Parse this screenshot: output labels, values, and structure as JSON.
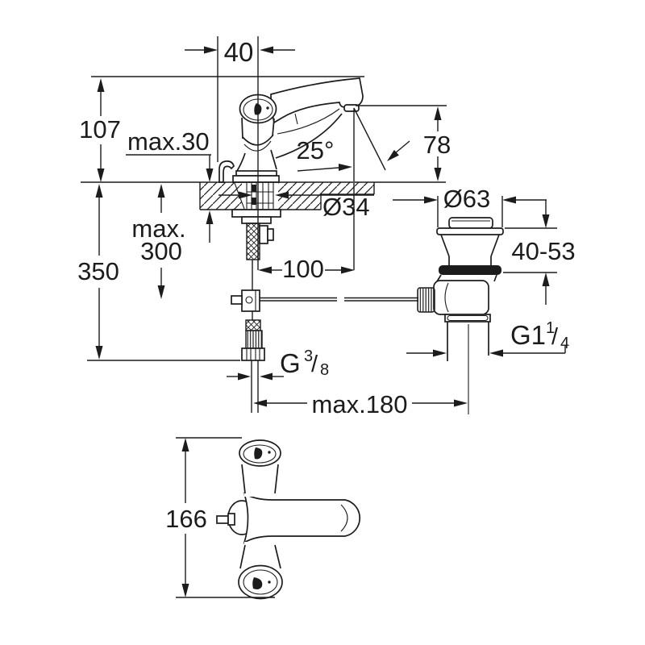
{
  "drawing": {
    "kind": "faucet-installation-dimension-drawing",
    "units": "mm",
    "colors": {
      "line": "#1c1c1c",
      "background": "#ffffff"
    },
    "front_view": {
      "dim_top_width": "40",
      "dim_height_above_deck": "107",
      "dim_max_deck_thickness": "max.30",
      "dim_outlet_height": "78",
      "dim_spout_angle": "25°",
      "dim_tap_hole_diameter": "Ø34",
      "dim_spout_projection": "100",
      "dim_rod_length_line1": "max.",
      "dim_rod_length_line2": "300",
      "dim_hose_length": "350",
      "dim_waste_flange_diameter": "Ø63",
      "dim_waste_clamp_range": "40-53",
      "dim_max_reach": "max.180",
      "thread_supply": {
        "prefix": "G",
        "numerator": "3",
        "slash": "/",
        "denominator": "8"
      },
      "thread_waste": {
        "prefix": "G1",
        "numerator": "1",
        "slash": "/",
        "denominator": "4"
      }
    },
    "top_view": {
      "dim_overall_length": "166"
    }
  }
}
